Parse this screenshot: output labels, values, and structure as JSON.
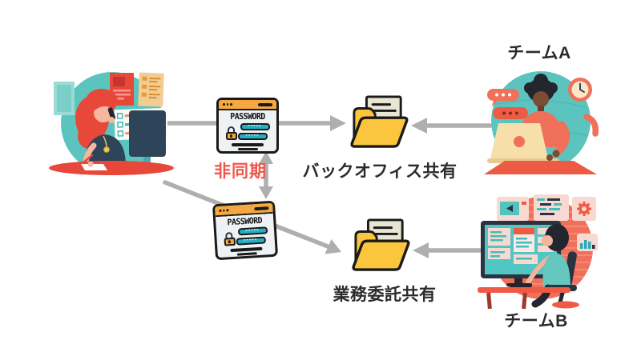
{
  "diagram": {
    "admin": {
      "illustration": "woman-answering-phone-at-desk"
    },
    "password_windows": [
      {
        "title": "PASSWORD",
        "masked_value": "•••••"
      },
      {
        "title": "PASSWORD",
        "masked_value": "•••••"
      }
    ],
    "sync_status": {
      "label": "非同期",
      "color": "#F0564A"
    },
    "folders": [
      {
        "id": "backoffice",
        "label": "バックオフィス共有"
      },
      {
        "id": "outsourcing",
        "label": "業務委託共有"
      }
    ],
    "teams": [
      {
        "id": "team-a",
        "label": "チームA",
        "illustration": "person-typing-on-laptop"
      },
      {
        "id": "team-b",
        "label": "チームB",
        "illustration": "person-at-monitoring-dashboard"
      }
    ]
  },
  "colors": {
    "teal": "#5BC4BE",
    "coral": "#F0705A",
    "red": "#E8483A",
    "navy": "#2E4459",
    "orange": "#F5A83F",
    "folder_yellow": "#FBC53D",
    "document_cream": "#E9E5D4",
    "field_teal": "#25AEC2",
    "window_bg": "#EEF2F4",
    "arrow_gray": "#AFAFAF",
    "async_red": "#F0564A",
    "label_text": "#2B2B2B"
  },
  "icons": {
    "password-window-icon": "browser window with padlock and masked fields",
    "padlock-icon": "🔒 shape",
    "open-folder-icon": "📂 shape",
    "document-icon": "📄 shape",
    "right-arrow-icon": "→",
    "left-arrow-icon": "←",
    "vertical-double-arrow-icon": "↕",
    "clock-icon": "🕐 shape",
    "chat-bubble-icon": "💬 shape",
    "phone-handset-icon": "📞 shape",
    "gear-icon": "⚙ shape",
    "bar-chart-icon": "📊 shape"
  }
}
